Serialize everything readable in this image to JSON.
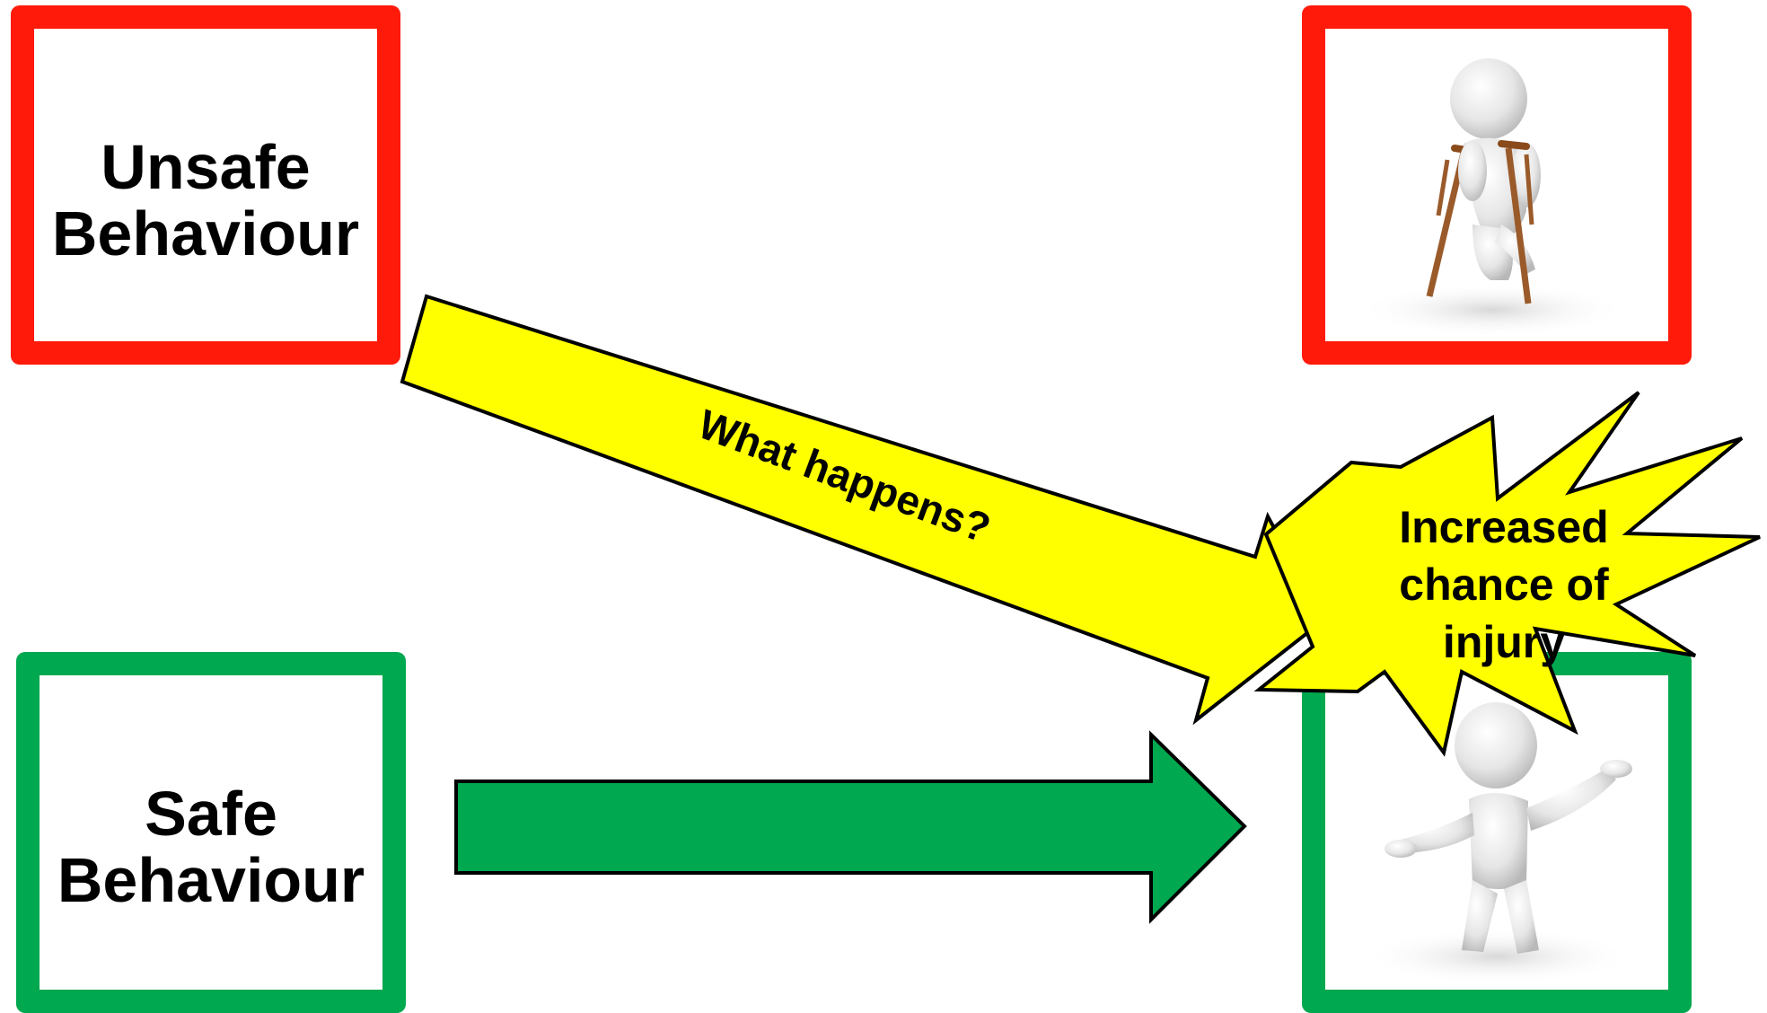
{
  "diagram": {
    "unsafe_box": {
      "line1": "Unsafe",
      "line2": "Behaviour",
      "border_color": "#ff1a0a"
    },
    "safe_box": {
      "line1": "Safe",
      "line2": "Behaviour",
      "border_color": "#00a84f"
    },
    "injured_box": {
      "border_color": "#ff1a0a",
      "figure_icon": "figure-on-crutches-icon"
    },
    "happy_box": {
      "border_color": "#00a84f",
      "figure_icon": "figure-welcoming-icon"
    },
    "diagonal_arrow": {
      "label": "What happens?",
      "fill": "#ffff00"
    },
    "straight_arrow": {
      "fill": "#00a84f"
    },
    "burst": {
      "line1": "Increased",
      "line2": "chance of",
      "line3": "injury",
      "fill": "#ffff00"
    }
  }
}
